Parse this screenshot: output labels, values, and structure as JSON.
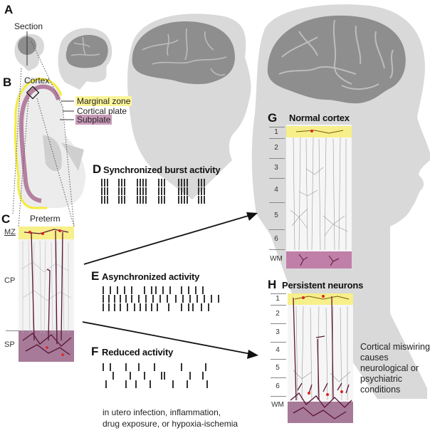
{
  "panels": {
    "A": {
      "letter": "A",
      "section_label": "Section"
    },
    "B": {
      "letter": "B",
      "cortex_label": "Cortex",
      "legend": [
        {
          "label": "Marginal zone",
          "color": "#fbf59a"
        },
        {
          "label": "Cortical plate",
          "color": "#ffffff"
        },
        {
          "label": "Subplate",
          "color": "#c99ab8"
        }
      ]
    },
    "C": {
      "letter": "C",
      "title": "Preterm",
      "layers": [
        "MZ",
        "CP",
        "SP"
      ]
    },
    "D": {
      "letter": "D",
      "title": "Synchronized burst activity"
    },
    "E": {
      "letter": "E",
      "title": "Asynchronized activity"
    },
    "F": {
      "letter": "F",
      "title": "Reduced activity",
      "cause_line1": "in utero infection, inflammation,",
      "cause_line2": "drug exposure, or hypoxia-ischemia"
    },
    "G": {
      "letter": "G",
      "title": "Normal cortex",
      "layers": [
        "1",
        "2",
        "3",
        "4",
        "5",
        "6",
        "WM"
      ]
    },
    "H": {
      "letter": "H",
      "title": "Persistent neurons",
      "layers": [
        "1",
        "2",
        "3",
        "4",
        "5",
        "6",
        "WM"
      ],
      "outcome_lines": [
        "Cortical miswiring",
        "causes",
        "neurological or",
        "psychiatric",
        "conditions"
      ]
    }
  },
  "colors": {
    "head": "#d9d9d9",
    "brain": "#8e8e8e",
    "sulci": "#bdbdbd",
    "marginal_zone": "#f7ef8a",
    "subplate": "#a67a98",
    "wm_normal": "#c07fa8",
    "neuron_dark": "#5a1533",
    "text": "#222222"
  },
  "rasters": {
    "D": [
      [
        0,
        4,
        8,
        24,
        28,
        32,
        50,
        54,
        58,
        62,
        80,
        84,
        88,
        108,
        112,
        116,
        120,
        136,
        140,
        144
      ],
      [
        0,
        4,
        8,
        24,
        28,
        32,
        50,
        54,
        58,
        62,
        80,
        84,
        88,
        108,
        112,
        116,
        120,
        136,
        140,
        144
      ],
      [
        0,
        4,
        8,
        24,
        28,
        32,
        50,
        54,
        58,
        62,
        80,
        84,
        88,
        108,
        112,
        116,
        120,
        136,
        140,
        144
      ]
    ],
    "E": [
      [
        0,
        10,
        20,
        30,
        40,
        58,
        68,
        74,
        84,
        94,
        110,
        120,
        130,
        140
      ],
      [
        0,
        8,
        16,
        24,
        32,
        40,
        50,
        60,
        70,
        80,
        90,
        102,
        112,
        122,
        132,
        142,
        152,
        162
      ],
      [
        0,
        8,
        16,
        24,
        34,
        44,
        52,
        60,
        68,
        76,
        92,
        110,
        120,
        126,
        138,
        148
      ]
    ],
    "F": [
      [
        0,
        10,
        32,
        50,
        72,
        110,
        144
      ],
      [
        14,
        38,
        58,
        82,
        86,
        122,
        140
      ],
      [
        4,
        32,
        46,
        66,
        98,
        118,
        146
      ]
    ]
  }
}
